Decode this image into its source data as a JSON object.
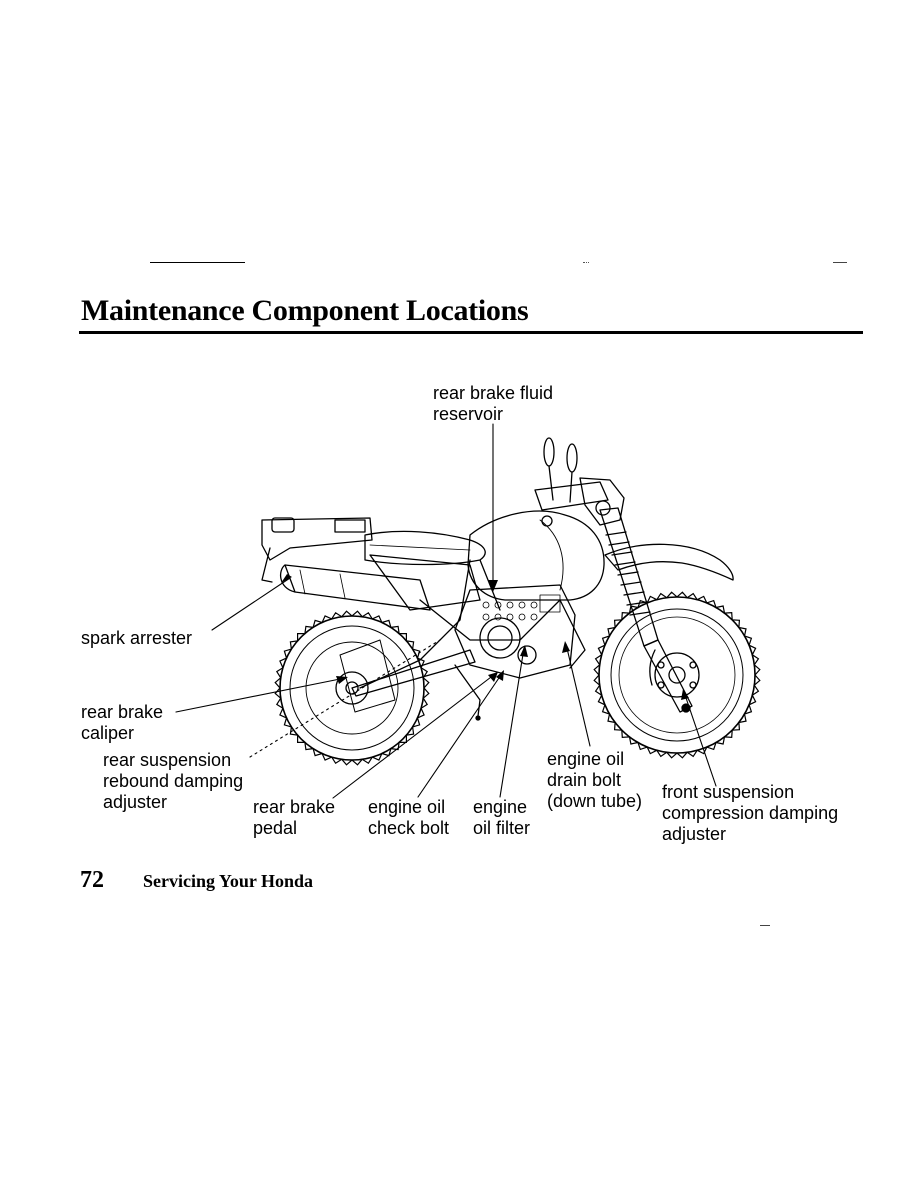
{
  "page": {
    "title": "Maintenance Component Locations",
    "page_number": "72",
    "section": "Servicing Your Honda"
  },
  "diagram": {
    "subject": "motorcycle-left-side",
    "callouts": {
      "rear_brake_fluid_reservoir": [
        "rear brake fluid",
        "reservoir"
      ],
      "spark_arrester": [
        "spark arrester"
      ],
      "rear_brake_caliper": [
        "rear brake",
        "caliper"
      ],
      "rear_suspension_adjuster": [
        "rear suspension",
        "rebound damping",
        "adjuster"
      ],
      "rear_brake_pedal": [
        "rear brake",
        "pedal"
      ],
      "engine_oil_check_bolt": [
        "engine oil",
        "check bolt"
      ],
      "engine_oil_filter": [
        "engine",
        "oil filter"
      ],
      "engine_oil_drain_bolt": [
        "engine oil",
        "drain bolt",
        "(down tube)"
      ],
      "front_suspension_adjuster": [
        "front suspension",
        "compression damping",
        "adjuster"
      ]
    }
  }
}
